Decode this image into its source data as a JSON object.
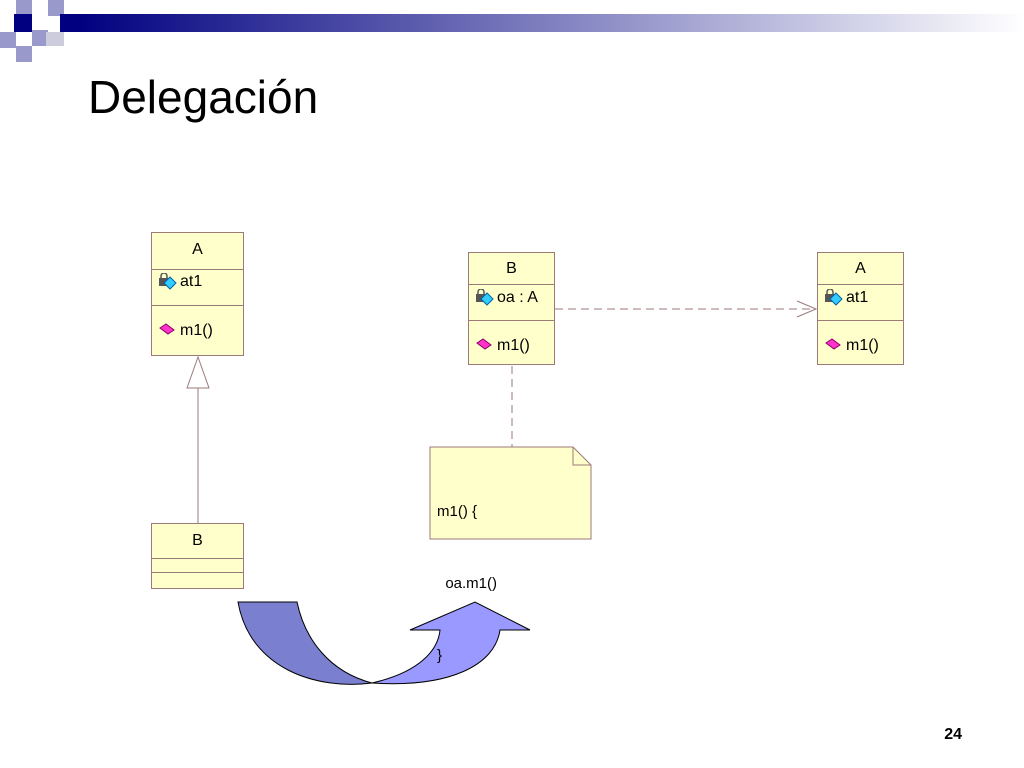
{
  "slide": {
    "title": "Delegación",
    "page_number": "24"
  },
  "colors": {
    "header_dark": "#000080",
    "header_light": "#9999cc",
    "class_fill": "#ffffcc",
    "class_border": "#9c7a7a",
    "arrow_dark": "#7b7fd0",
    "arrow_light": "#9999ff"
  },
  "diagram_left": {
    "class_a": {
      "name": "A",
      "attribute": "at1",
      "operation": "m1()"
    },
    "class_b": {
      "name": "B"
    },
    "relation": "generalization"
  },
  "diagram_right": {
    "class_b": {
      "name": "B",
      "attribute": "oa : A",
      "operation": "m1()"
    },
    "class_a": {
      "name": "A",
      "attribute": "at1",
      "operation": "m1()"
    },
    "note": {
      "line1": "m1() {",
      "line2": "  oa.m1()",
      "line3": "}"
    },
    "relation": "dependency"
  },
  "icons": {
    "attribute_icon": "private-attribute-icon",
    "operation_icon": "public-operation-icon",
    "transform_arrow": "curved-arrow-icon"
  }
}
